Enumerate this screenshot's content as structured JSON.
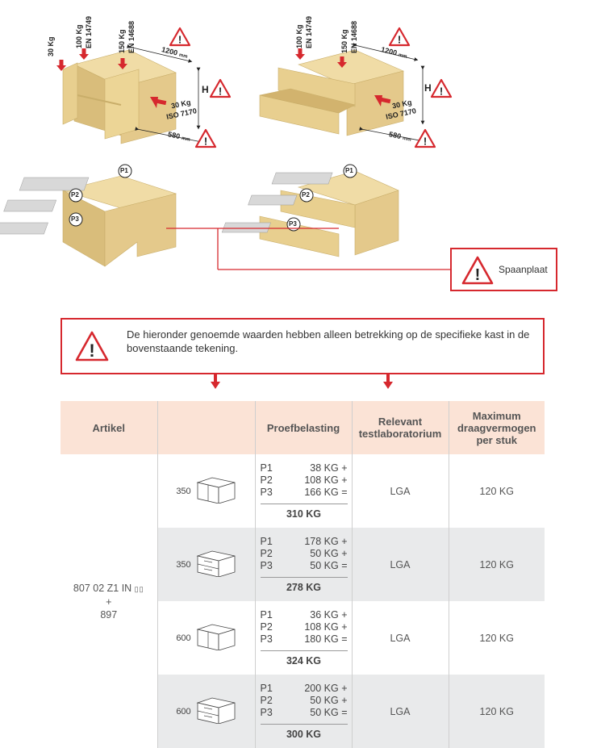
{
  "diagram": {
    "loads_left": [
      "30 Kg",
      "100 Kg\nEN 14749",
      "150 Kg\nEN 14688"
    ],
    "l_30": "30 Kg",
    "l_100": "100 Kg",
    "l_en14749": "EN 14749",
    "l_150": "150 Kg",
    "l_en14688": "EN 14688",
    "width": "1200",
    "width_unit": "mm",
    "depth": "580",
    "depth_unit": "mm",
    "height": "H",
    "side_load": "30 Kg",
    "side_norm": "ISO 7170",
    "p1": "P1",
    "p2": "P2",
    "p3": "P3",
    "material_label": "Spaanplaat"
  },
  "notice": {
    "text": "De hieronder genoemde waarden hebben alleen betrekking op de specifieke kast in de bovenstaande tekening."
  },
  "table": {
    "headers": {
      "article": "Artikel",
      "image": "",
      "test_load": "Proefbelasting",
      "lab": "Relevant testlaboratorium",
      "max": "Maximum draagvermogen per stuk"
    },
    "article_line1": "807 02 Z1 IN",
    "article_plus": "+",
    "article_line2": "897",
    "rows": [
      {
        "height": "350",
        "p1": "38 KG +",
        "p2": "108 KG +",
        "p3": "166 KG =",
        "total": "310 KG",
        "lab": "LGA",
        "max": "120 KG"
      },
      {
        "height": "350",
        "p1": "178 KG +",
        "p2": "50 KG +",
        "p3": "50 KG =",
        "total": "278 KG",
        "lab": "LGA",
        "max": "120 KG"
      },
      {
        "height": "600",
        "p1": "36 KG +",
        "p2": "108 KG +",
        "p3": "180 KG =",
        "total": "324 KG",
        "lab": "LGA",
        "max": "120 KG"
      },
      {
        "height": "600",
        "p1": "200 KG +",
        "p2": "50 KG +",
        "p3": "50 KG =",
        "total": "300 KG",
        "lab": "LGA",
        "max": "120 KG"
      }
    ],
    "p_labels": [
      "P1",
      "P2",
      "P3"
    ]
  },
  "colors": {
    "accent": "#d6282e",
    "wood": "#e8cf8f",
    "header_bg": "#fbe3d6",
    "shade": "#e9eaeb"
  }
}
